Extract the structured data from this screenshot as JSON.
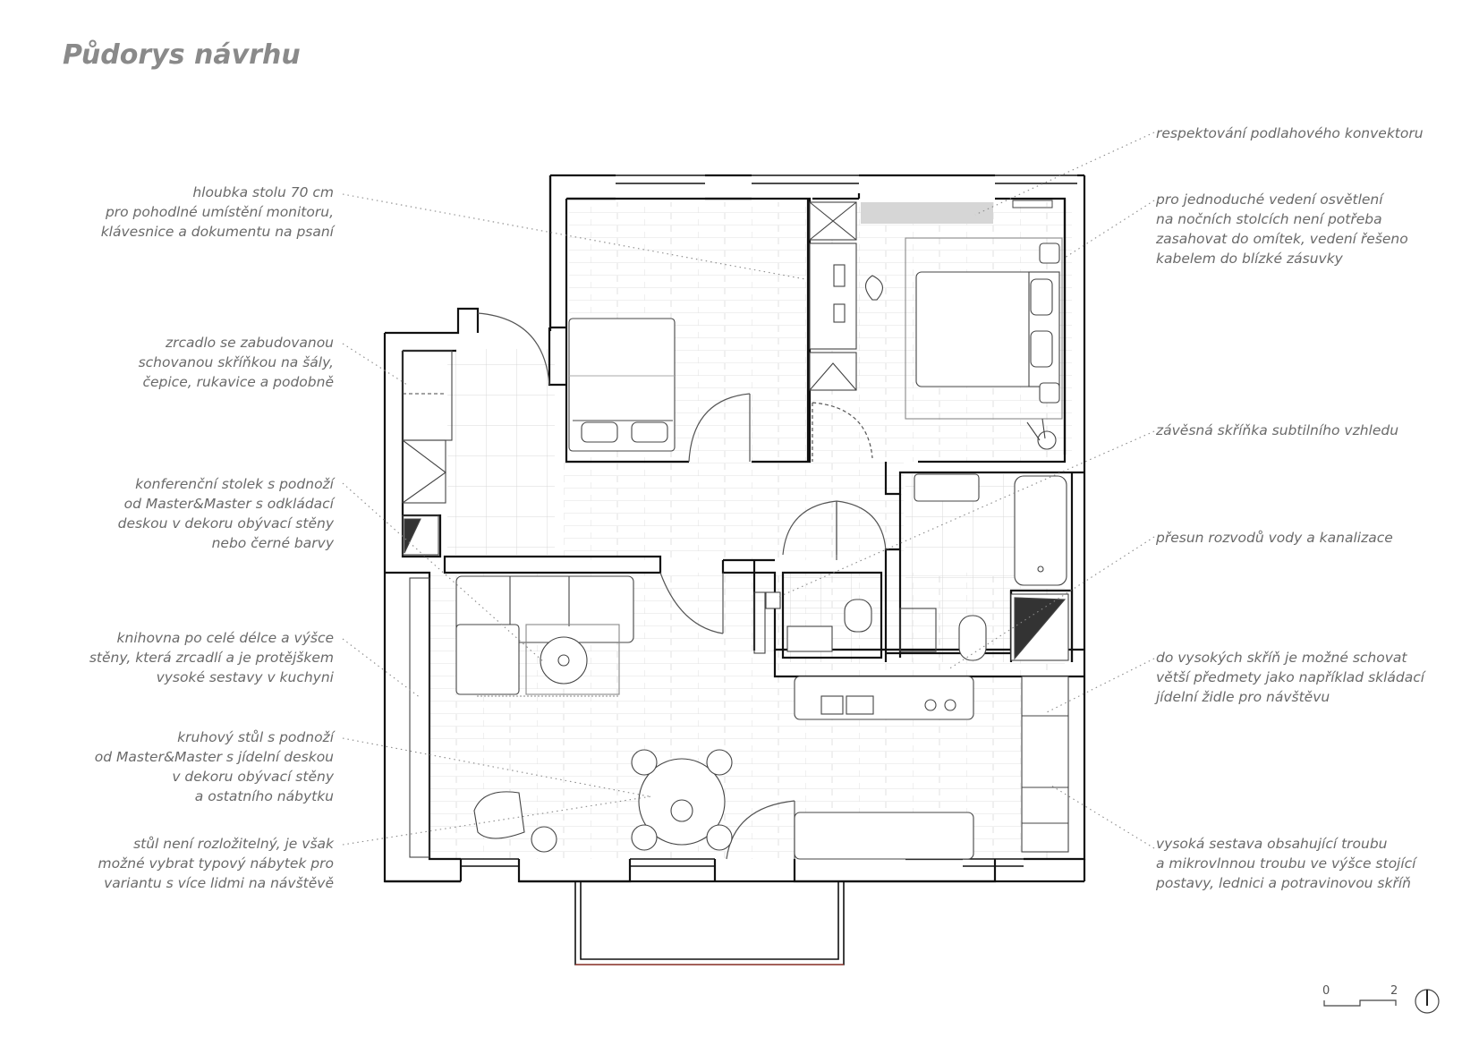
{
  "title": "Půdorys návrhu",
  "notes_left": [
    {
      "lines": [
        "hloubka stolu 70 cm",
        "pro pohodlné umístění monitoru,",
        "klávesnice a dokumentu na psaní"
      ]
    },
    {
      "lines": [
        "zrcadlo se zabudovanou",
        "schovanou skříňkou na šály,",
        "čepice, rukavice a podobně"
      ]
    },
    {
      "lines": [
        "konferenční stolek s podnoží",
        "od Master&Master s odkládací",
        "deskou v dekoru obývací stěny",
        "nebo černé barvy"
      ]
    },
    {
      "lines": [
        "knihovna po celé délce a výšce",
        "stěny, která zrcadlí a je protějškem",
        "vysoké sestavy v kuchyni"
      ]
    },
    {
      "lines": [
        "kruhový stůl s podnoží",
        "od Master&Master s jídelní deskou",
        "v dekoru obývací stěny",
        "a ostatního nábytku"
      ]
    },
    {
      "lines": [
        "stůl není rozložitelný, je však",
        "možné vybrat typový nábytek pro",
        "variantu s více lidmi na návštěvě"
      ]
    }
  ],
  "notes_right": [
    {
      "lines": [
        "respektování podlahového konvektoru"
      ]
    },
    {
      "lines": [
        "pro jednoduché vedení osvětlení",
        "na nočních stolcích není potřeba",
        "zasahovat do omítek, vedení řešeno",
        "kabelem do blízké zásuvky"
      ]
    },
    {
      "lines": [
        "závěsná skříňka subtilního vzhledu"
      ]
    },
    {
      "lines": [
        "přesun rozvodů vody a kanalizace"
      ]
    },
    {
      "lines": [
        "do vysokých skříň je možné schovat",
        "větší předmety jako například skládací",
        "jídelní židle pro návštěvu"
      ]
    },
    {
      "lines": [
        "vysoká sestava obsahující troubu",
        "a mikrovlnnou troubu ve výšce stojící",
        "postavy, lednici a potravinovou skříň"
      ]
    }
  ],
  "scale": {
    "start": "0",
    "end": "2"
  },
  "colors": {
    "wall": "#111111",
    "line": "#7a7a7a",
    "floor": "#c9c9c9",
    "text": "#6a6a6a"
  }
}
